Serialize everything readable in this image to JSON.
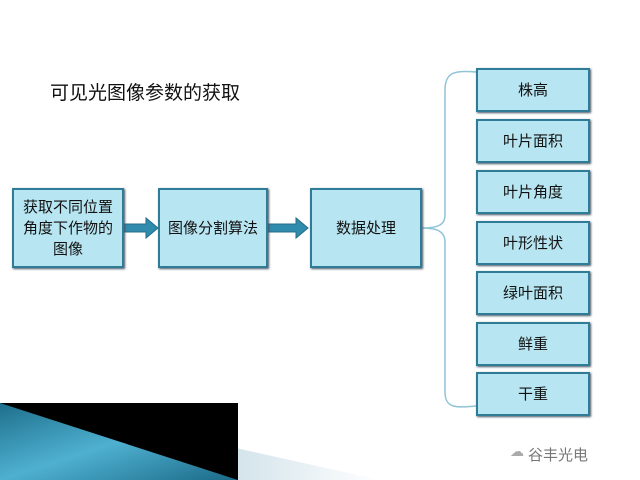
{
  "title": "可见光图像参数的获取",
  "flow": [
    "获取不同位置角度下作物的图像",
    "图像分割算法",
    "数据处理"
  ],
  "params": [
    "株高",
    "叶片面积",
    "叶片角度",
    "叶形性状",
    "绿叶面积",
    "鲜重",
    "干重"
  ],
  "watermark": "谷丰光电"
}
